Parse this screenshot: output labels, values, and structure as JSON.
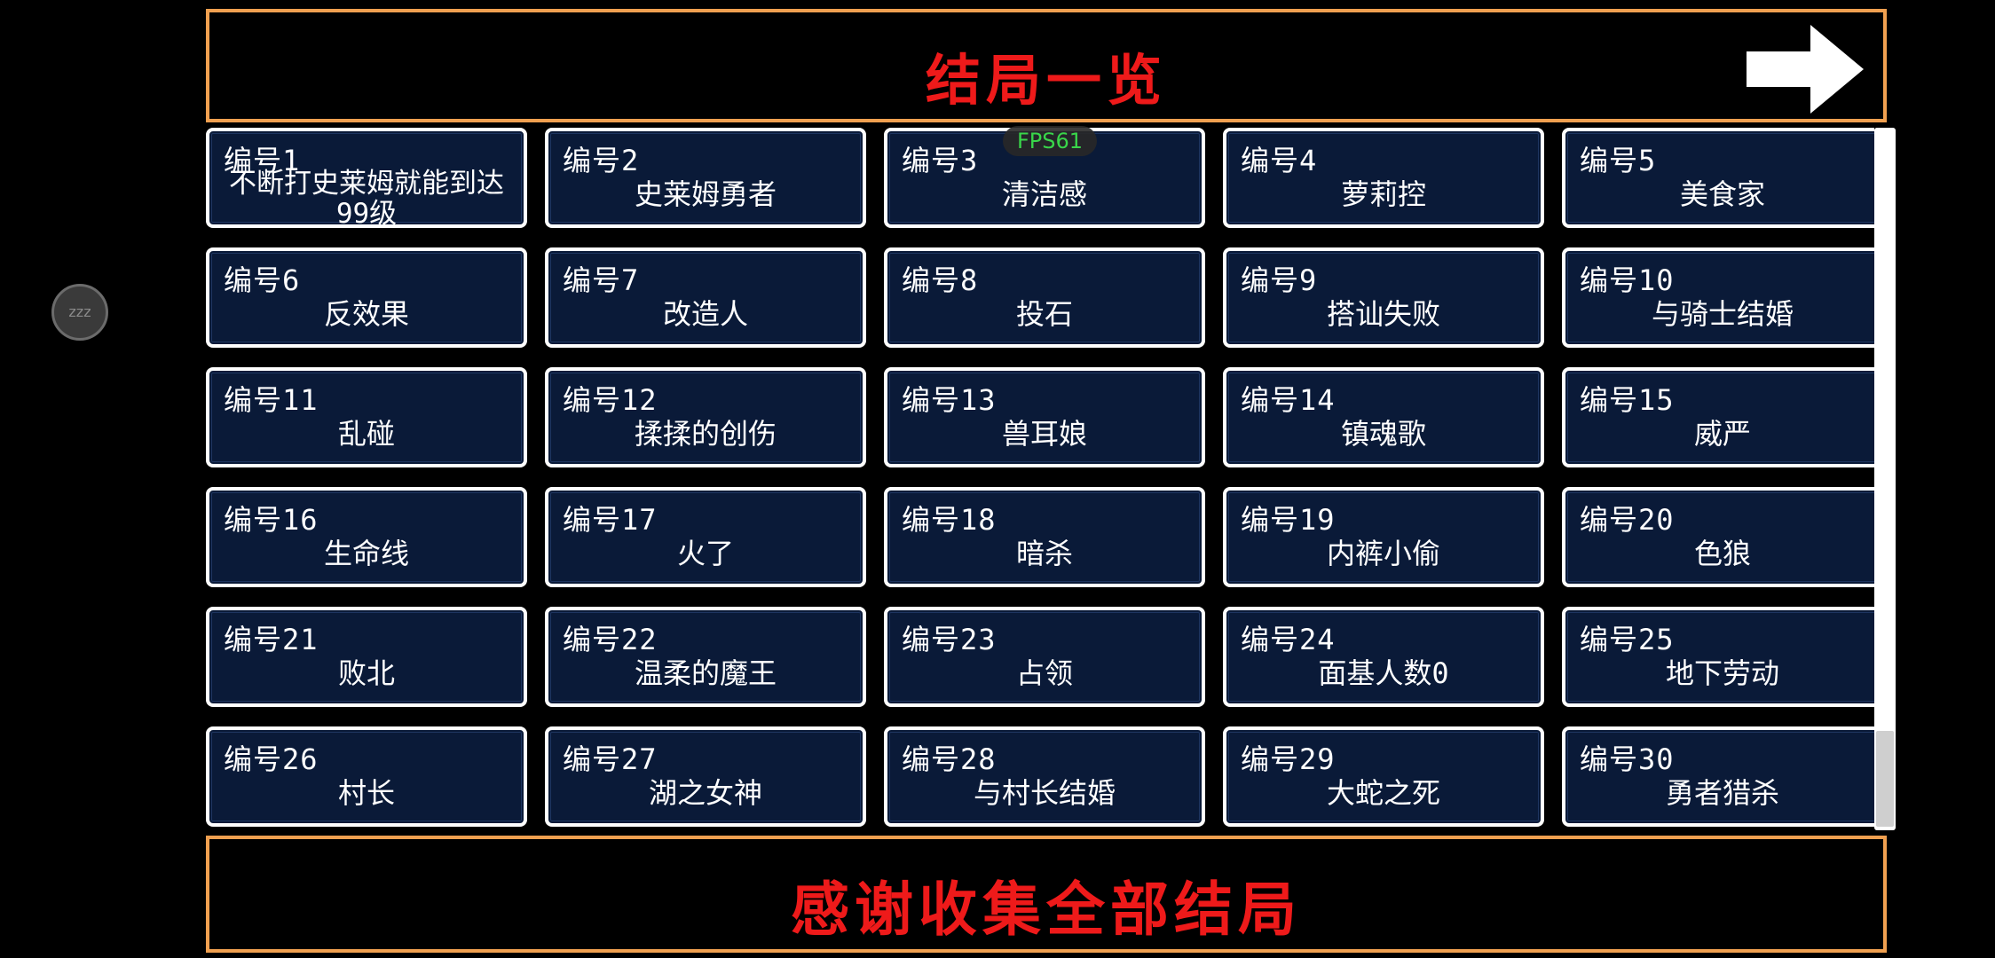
{
  "header": {
    "title": "结局一览"
  },
  "footer": {
    "message": "感谢收集全部结局"
  },
  "overlay": {
    "fps": "FPS61",
    "sleep_label": "zzz"
  },
  "endings": [
    {
      "number": "编号1",
      "name": "不断打史莱姆就能到达99级"
    },
    {
      "number": "编号2",
      "name": "史莱姆勇者"
    },
    {
      "number": "编号3",
      "name": "清洁感"
    },
    {
      "number": "编号4",
      "name": "萝莉控"
    },
    {
      "number": "编号5",
      "name": "美食家"
    },
    {
      "number": "编号6",
      "name": "反效果"
    },
    {
      "number": "编号7",
      "name": "改造人"
    },
    {
      "number": "编号8",
      "name": "投石"
    },
    {
      "number": "编号9",
      "name": "搭讪失败"
    },
    {
      "number": "编号10",
      "name": "与骑士结婚"
    },
    {
      "number": "编号11",
      "name": "乱碰"
    },
    {
      "number": "编号12",
      "name": "揉揉的创伤"
    },
    {
      "number": "编号13",
      "name": "兽耳娘"
    },
    {
      "number": "编号14",
      "name": "镇魂歌"
    },
    {
      "number": "编号15",
      "name": "威严"
    },
    {
      "number": "编号16",
      "name": "生命线"
    },
    {
      "number": "编号17",
      "name": "火了"
    },
    {
      "number": "编号18",
      "name": "暗杀"
    },
    {
      "number": "编号19",
      "name": "内裤小偷"
    },
    {
      "number": "编号20",
      "name": "色狼"
    },
    {
      "number": "编号21",
      "name": "败北"
    },
    {
      "number": "编号22",
      "name": "温柔的魔王"
    },
    {
      "number": "编号23",
      "name": "占领"
    },
    {
      "number": "编号24",
      "name": "面基人数0"
    },
    {
      "number": "编号25",
      "name": "地下劳动"
    },
    {
      "number": "编号26",
      "name": "村长"
    },
    {
      "number": "编号27",
      "name": "湖之女神"
    },
    {
      "number": "编号28",
      "name": "与村长结婚"
    },
    {
      "number": "编号29",
      "name": "大蛇之死"
    },
    {
      "number": "编号30",
      "name": "勇者猎杀"
    }
  ],
  "colors": {
    "panel_border": "#f0a050",
    "title_red": "#ee1a1a",
    "card_bg": "#0a1a38",
    "fps_green": "#39d64a"
  }
}
